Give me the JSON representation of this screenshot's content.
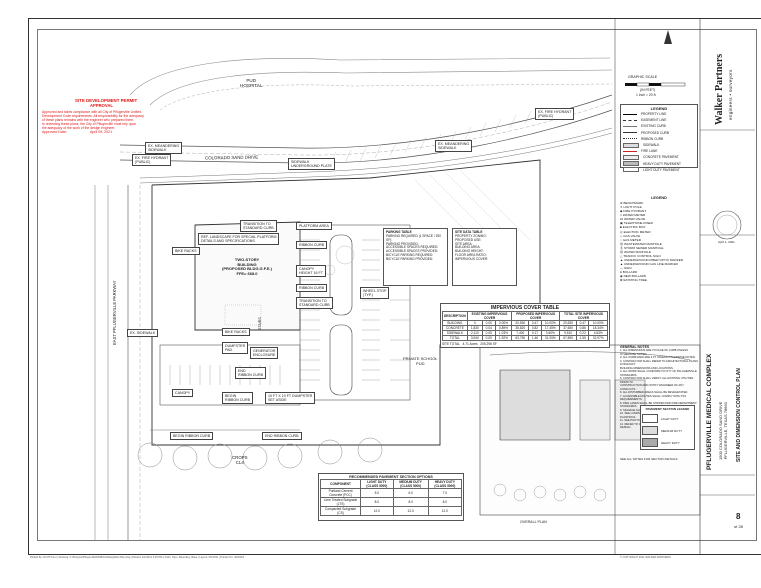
{
  "approval": {
    "title": "SITE DEVELOPMENT PERMIT",
    "subtitle": "APPROVAL",
    "text": [
      "Approved and takes compliance with all City of Pflugerville Unified",
      "Development Code requirements. All responsibility for the adequacy",
      "of these plans remains with the engineer who prepared them.",
      "In reviewing these plans, the City of Pflugerville must rely upon",
      "the adequacy of the work of the design engineer."
    ],
    "approved_date_label": "Approved Date:",
    "approved_date": "April 09, 2021"
  },
  "site_labels": {
    "pud_hospital": "PUD\nHOSPITAL",
    "colorado_sand_drive": "COLORADO SAND DRIVE",
    "east_parkway": "EAST PFLUGERVILLE PARKWAY",
    "building": "TWO-STORY\nBUILDING\n(PROPOSED BLDG.G.F.E.)\nFFE= 668.0",
    "private_school": "PRIVATE SCHOOL\nPUD",
    "crops": "CROPS\nCL4",
    "stairs": "STAIRS"
  },
  "callouts": [
    "EX. MEANDERING\nSIDEWALK",
    "EX. FIRE HYDRANT\n(PUBLIC)",
    "SIDEWALK\nUNDERGROUND PLATE",
    "EX. MEANDERING\nSIDEWALK",
    "EX. FIRE HYDRANT\n(PUBLIC)",
    "TRANSITION TO\nSTANDARD CURB",
    "REF. LANDSCAPE FOR SPECIAL PLATFORM\nDETAILS AND SPECIFICATIONS",
    "PLATFORM AREA",
    "RIBBON CURB",
    "CANOPY\nHEIGHT 16 FT",
    "RIBBON CURB",
    "TRANSITION TO\nSTANDARD CURB",
    "BIKE RACKS",
    "BIKE RACKS",
    "WHEEL STOP\n(TYP.)",
    "EX. SIDEWALK",
    "DUMPSTER\nPAD",
    "GENERATOR\nENCLOSURE",
    "END\nRIBBON CURB",
    "CANOPY",
    "BEGIN\nRIBBON CURB",
    "10 FT X 10 FT DUMPSTER\nSET ASIDE",
    "BEGIN RIBBON CURB",
    "END RIBBON CURB"
  ],
  "impervious_table": {
    "title": "IMPERVIOUS COVER TABLE",
    "groups": [
      "DESCRIPTION",
      "EXISTING IMPERVIOUS COVER",
      "PROPOSED IMPERVIOUS COVER",
      "TOTAL SITE IMPERVIOUS COVER"
    ],
    "rows": [
      [
        "BUILDING",
        "0",
        "0.00",
        "0.00%",
        "20,530",
        "0.47",
        "10.00%",
        "20,530",
        "0.47",
        "10.00%"
      ],
      [
        "CONCRETE",
        "1,830",
        "0.04",
        "0.89%",
        "35,820",
        "0.82",
        "17.45%",
        "37,650",
        "0.86",
        "18.34%"
      ],
      [
        "SIDEWALK",
        "2,110",
        "0.05",
        "1.03%",
        "7,400",
        "0.17",
        "3.60%",
        "9,510",
        "0.22",
        "4.63%"
      ],
      [
        "TOTAL",
        "3,940",
        "0.09",
        "1.92%",
        "63,750",
        "1.46",
        "31.05%",
        "67,690",
        "1.55",
        "32.97%"
      ]
    ],
    "site_total_label": "SITE TOTAL",
    "site_total_acres": "4.71 Acres",
    "site_total_sf": "205,298 SF"
  },
  "pavement_table": {
    "title": "RECOMMENDED PAVEMENT SECTION OPTIONS",
    "headers": [
      "COMPONENT",
      "LIGHT DUTY (CLASS 5000)",
      "MEDIUM DUTY (CLASS 5000)",
      "HEAVY DUTY (CLASS 5000)"
    ],
    "rows": [
      [
        "Portland Cement Concrete (PCC)",
        "5.0",
        "6.0",
        "7.0"
      ],
      [
        "Lime Treated Subgrade (LTS)",
        "8.0",
        "8.0",
        "8.0"
      ],
      [
        "Compacted Subgrade (CS)",
        "12.0",
        "12.0",
        "12.0"
      ]
    ]
  },
  "parking_notes": {
    "title": "PARKING TABLE",
    "lines": [
      "PARKING REQUIRED (1 SPACE / 250 SF):",
      "PARKING PROVIDED:",
      "ACCESSIBLE SPACES REQUIRED:",
      "ACCESSIBLE SPACES PROVIDED:",
      "BICYCLE PARKING REQUIRED:",
      "BICYCLE PARKING PROVIDED:"
    ],
    "site_title": "SITE DATA TABLE",
    "site_lines": [
      "PROPERTY ZONING:",
      "PROPOSED USE:",
      "SITE AREA:",
      "BUILDING AREA:",
      "BUILDING HEIGHT:",
      "FLOOR AREA RATIO:",
      "IMPERVIOUS COVER:"
    ]
  },
  "legend": {
    "title": "LEGEND",
    "items": [
      "PROPERTY LINE",
      "EASEMENT LINE",
      "EXISTING CURB",
      "PROPOSED CURB",
      "RIBBON CURB",
      "SIDEWALK",
      "FIRE LANE",
      "CONCRETE PAVEMENT",
      "HEAVY DUTY PAVEMENT",
      "LIGHT DUTY PAVEMENT"
    ],
    "symbols_title": "LEGEND",
    "symbols": [
      "BENCHMARK",
      "LIGHT POLE",
      "FIRE HYDRANT",
      "WATER METER",
      "WATER VALVE",
      "TELEPHONE RISER",
      "ELECTRIC BOX",
      "ELECTRIC METER",
      "GAS VALVE",
      "GAS METER",
      "WASTEWATER MANHOLE",
      "STORM SEWER MANHOLE",
      "WATER MANHOLE",
      "TRAFFIC CONTROL SIGN",
      "UNDERGROUND FIBER OPTIC MARKER",
      "UNDERGROUND GAS LINE MARKER",
      "SIGN",
      "BOLLARD",
      "NEW BOLLARD",
      "EXISTING TREE"
    ]
  },
  "scale": {
    "label": "GRAPHIC SCALE",
    "units": "(IN FEET)",
    "ratio": "1 inch = 20 ft."
  },
  "general_notes": {
    "title": "GENERAL NOTES",
    "lines": [
      "1. ALL DIMENSIONS ARE TO FACE OF CURB UNLESS OTHERWISE NOTED.",
      "2. ALL CURB RADII ARE 3 FT UNLESS OTHERWISE NOTED.",
      "3. CONTRACTOR SHALL REFER TO ARCHITECTURAL PLANS FOR EXACT",
      "   BUILDING DIMENSIONS AND LOCATIONS.",
      "4. ALL WORK SHALL CONFORM TO CITY OF PFLUGERVILLE STANDARDS.",
      "5. CONTRACTOR SHALL VERIFY ALL EXISTING UTILITIES PRIOR TO",
      "   CONSTRUCTION AND NOTIFY ENGINEER OF ANY CONFLICTS.",
      "6. ALL DISTURBED AREAS SHALL BE REVEGETATED.",
      "7. ACCESSIBLE ROUTES SHALL COMPLY WITH TAS REQUIREMENTS.",
      "8. FIRE LANES SHALL BE STRIPED PER FIRE DEPARTMENT STANDARDS.",
      "9. SIGNAGE SHALL BE PERMITTED SEPARATELY.",
      "10. SEE LANDSCAPE PLANS FOR IRRIGATION AND PLANTINGS.",
      "11. SEE PHOTOMETRIC PLAN FOR SITE LIGHTING.",
      "12. REFER TO GEOTECHNICAL REPORT FOR PAVEMENT DESIGN."
    ]
  },
  "inset": {
    "legend_title": "PAVEMENT SECTION LEGEND",
    "items": [
      "LIGHT DUTY",
      "MEDIUM DUTY",
      "HEAVY DUTY"
    ],
    "note": "SEE ALL NOTES FOR SECTION DETAILS",
    "caption": "OVERALL PLAN"
  },
  "title_block": {
    "firm": "Walker Partners",
    "firm_sub": "engineers • surveyors",
    "project": "PFLUGERVILLE MEDICAL COMPLEX",
    "address": "1500 COLORADO SAND DRIVE\nPFLUGERVILLE, TEXAS 78660",
    "sheet_title": "SITE AND DIMENSION CONTROL PLAN",
    "seal_date": "April 1, 2021",
    "sheet_no": "8",
    "sheet_of": "of 28"
  },
  "footer": {
    "path": "Plotted By: Dir Pfl Com | Drawing: K:\\Projects\\Pflugerville\\MOB\\Civil\\Dwg\\Site Plan.dwg | Plotted: 4/1/2021 3:45 PM | Xrefs: Topo, Boundary, Base | Layout: 08-SITE | Printed On: 4/9/2021",
    "copyright": "© COPYRIGHT 2021 WALKER PARTNERS"
  }
}
